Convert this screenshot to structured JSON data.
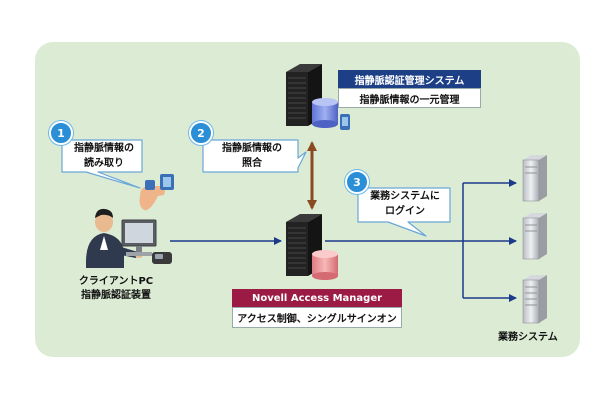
{
  "auth_system": {
    "title": "指静脈認証管理システム",
    "subtitle": "指静脈情報の一元管理"
  },
  "access_manager": {
    "title": "Novell Access Manager",
    "subtitle": "アクセス制御、シングルサインオン"
  },
  "steps": [
    {
      "number": "1",
      "line1": "指静脈情報の",
      "line2": "読み取り"
    },
    {
      "number": "2",
      "line1": "指静脈情報の",
      "line2": "照合"
    },
    {
      "number": "3",
      "line1": "業務システムに",
      "line2": "ログイン"
    }
  ],
  "client": {
    "line1": "クライアントPC",
    "line2": "指静脈認証装置"
  },
  "business": {
    "label": "業務システム"
  },
  "colors": {
    "panel": "#dcecd4",
    "auth_header": "#1c3f86",
    "nam_header": "#9b1b45",
    "connector": "#1b3a8a",
    "vertical_arrow": "#8a4a22",
    "badge": "#2a8fd6"
  }
}
